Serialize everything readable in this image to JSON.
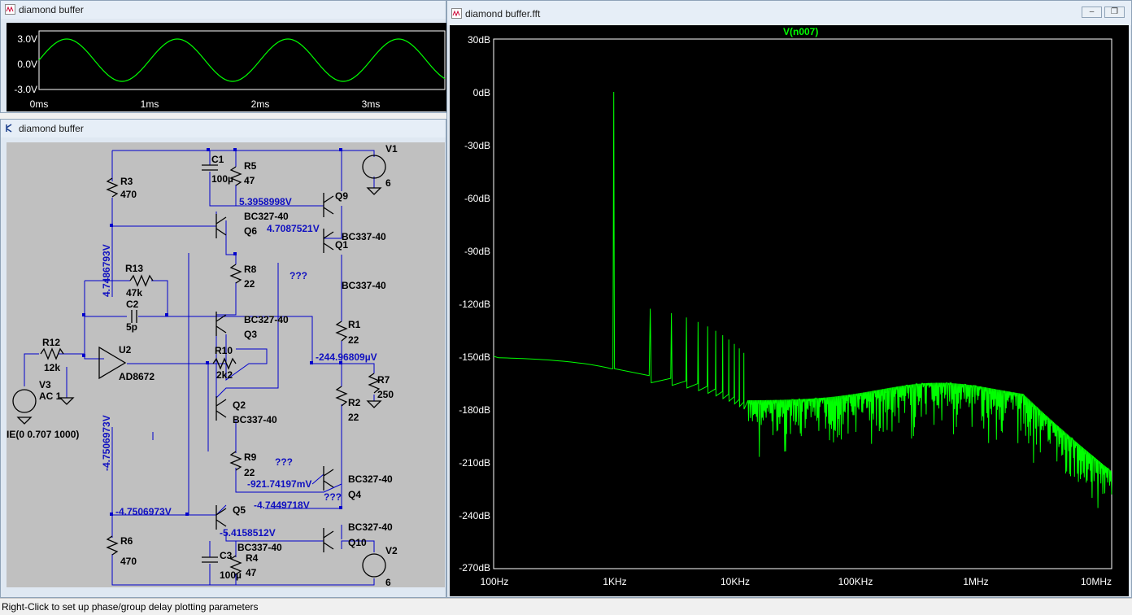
{
  "windows": {
    "waveform": {
      "title": "diamond buffer",
      "y_ticks": [
        "3.0V",
        "0.0V",
        "-3.0V"
      ],
      "x_ticks": [
        "0ms",
        "1ms",
        "2ms",
        "3ms"
      ]
    },
    "schematic": {
      "title": "diamond buffer"
    },
    "fft": {
      "title": "diamond buffer.fft",
      "trace_label": "V(n007)",
      "y_ticks": [
        "30dB",
        "0dB",
        "-30dB",
        "-60dB",
        "-90dB",
        "-120dB",
        "-150dB",
        "-180dB",
        "-210dB",
        "-240dB",
        "-270dB"
      ],
      "x_ticks": [
        "100Hz",
        "1KHz",
        "10KHz",
        "100KHz",
        "1MHz",
        "10MHz"
      ]
    }
  },
  "schematic_text": {
    "labels": {
      "r3": "R3",
      "r3v": "470",
      "c1": "C1",
      "c1v": "100µ",
      "r5": "R5",
      "r5v": "47",
      "v1": "V1",
      "v1v": "6",
      "q9": "Q9",
      "q6": "Q6",
      "q6m": "BC327-40",
      "q1": "Q1",
      "q1m": "BC337-40",
      "q1m2": "BC337-40",
      "r8": "R8",
      "r8v": "22",
      "r13": "R13",
      "r13v": "47k",
      "c2": "C2",
      "c2v": "5p",
      "q3": "Q3",
      "q3m": "BC327-40",
      "r1": "R1",
      "r1v": "22",
      "r12": "R12",
      "r12v": "12k",
      "u2": "U2",
      "u2m": "AD8672",
      "r10": "R10",
      "r10v": "2k2",
      "r7": "R7",
      "r7v": "250",
      "v3": "V3",
      "v3v": "AC 1",
      "r2": "R2",
      "r2v": "22",
      "q2": "Q2",
      "q2m": "BC337-40",
      "sine": "IE(0 0.707 1000)",
      "r9": "R9",
      "r9v": "22",
      "q4": "Q4",
      "q4m": "BC327-40",
      "q5": "Q5",
      "r6": "R6",
      "r6v": "470",
      "q10": "Q10",
      "q10m": "BC327-40",
      "v2": "V2",
      "v2v": "6",
      "q5m": "BC337-40",
      "c3": "C3",
      "c3v": "100µ",
      "r4": "R4",
      "r4v": "47",
      "unk1": "???",
      "unk2": "???",
      "unk3": "???"
    },
    "voltages": {
      "v_q9": "5.3958998V",
      "v_q1": "4.7087521V",
      "v_left_top": "4.7486793V",
      "v_out": "-244.96809µV",
      "v_left_bot": "-4.7506973V",
      "v_q4": "-921.74197mV",
      "v_q4b": "-4.7449718V",
      "v_bus": "-4.7506973V",
      "v_q5": "-5.4158512V"
    }
  },
  "status_bar": {
    "text": "Right-Click to set up phase/group delay plotting parameters"
  },
  "colors": {
    "trace": "#00ff00",
    "plot_bg": "#000000",
    "schematic_bg": "#c0c0c0",
    "wire": "#0000cc",
    "volt_text": "#1010c0"
  }
}
